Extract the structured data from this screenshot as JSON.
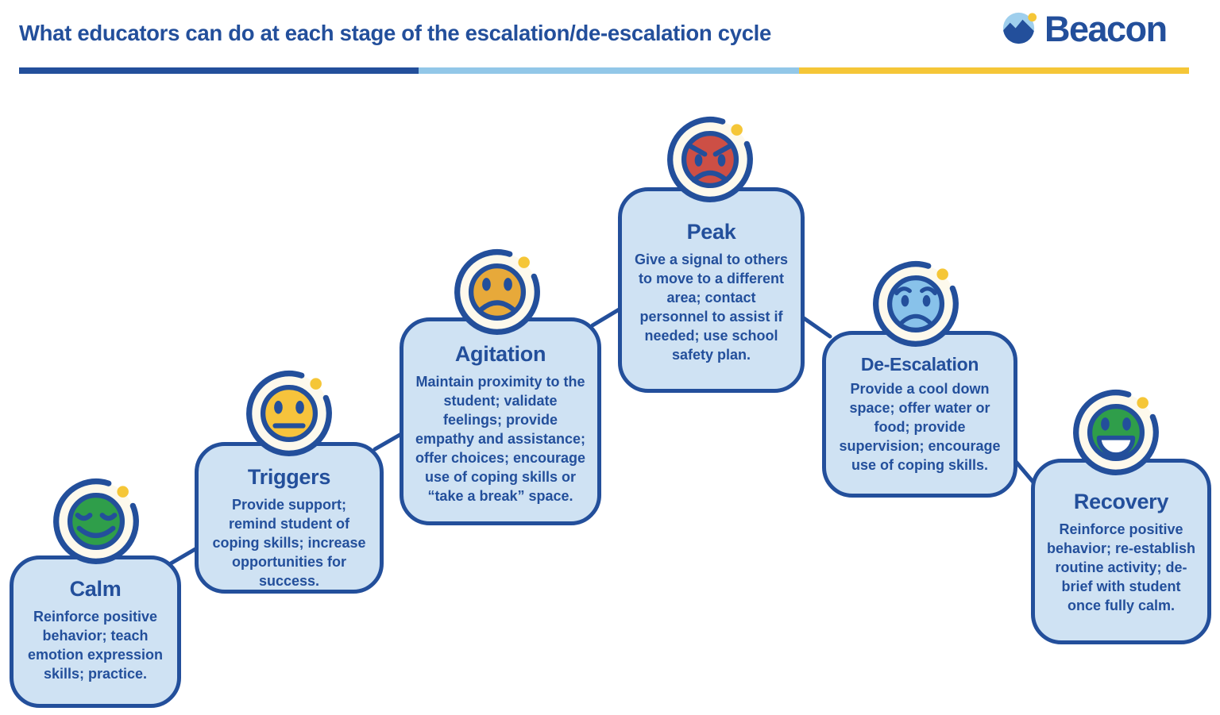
{
  "header": {
    "title": "What educators can do at each stage of the escalation/de-escalation cycle",
    "brand": "Beacon"
  },
  "divider": {
    "segment_colors": [
      "#234f9b",
      "#92c7e8",
      "#f5c637"
    ]
  },
  "colors": {
    "dark_blue": "#234f9b",
    "card_fill": "#cfe2f3",
    "circle_cream": "#fdf9ec",
    "accent_yellow": "#f5c637",
    "mouth_white": "#ffffff"
  },
  "stages": [
    {
      "title": "Calm",
      "description": "Reinforce positive behavior; teach emotion expression skills; practice.",
      "mood": "peaceful",
      "face_color": "#2f9e4a"
    },
    {
      "title": "Triggers",
      "description": "Provide support; remind student of coping skills; increase opportunities for success.",
      "mood": "neutral",
      "face_color": "#f6c33c"
    },
    {
      "title": "Agitation",
      "description": "Maintain proximity to the student; validate feelings; provide empathy and assistance; offer choices; encourage use of coping skills or “take a break” space.",
      "mood": "sad",
      "face_color": "#e7a93a"
    },
    {
      "title": "Peak",
      "description": "Give a signal to others to move to a different area; contact personnel to assist if needed; use school safety plan.",
      "mood": "angry",
      "face_color": "#cd4f45"
    },
    {
      "title": "De-Escalation",
      "description": "Provide a cool down space; offer water or food; provide supervision; encourage use of coping skills.",
      "mood": "worried",
      "face_color": "#88c2ea"
    },
    {
      "title": "Recovery",
      "description": "Reinforce positive behavior; re-establish routine activity; de-brief with student once fully calm.",
      "mood": "happy",
      "face_color": "#2f9e4a"
    }
  ]
}
